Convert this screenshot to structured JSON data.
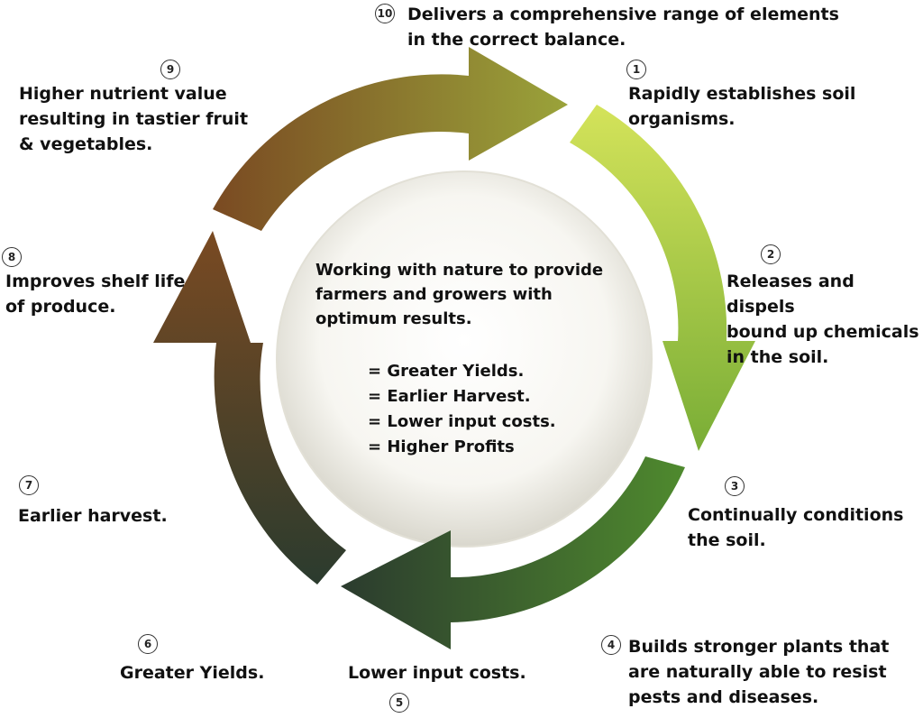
{
  "colors": {
    "arrow_green_light": "#d4e35a",
    "arrow_green": "#79ad36",
    "arrow_green_dark": "#4f8a2e",
    "arrow_dark": "#2b3b2e",
    "arrow_brown": "#7a4a22",
    "arrow_olive": "#9aa33a",
    "center_circle": "#f4f2ea"
  },
  "center": {
    "text": "Working with nature to provide\nfarmers and growers with\noptimum results.",
    "benefits": [
      "= Greater Yields.",
      "= Earlier Harvest.",
      "= Lower input costs.",
      "= Higher Profits"
    ]
  },
  "steps": [
    {
      "num": "1",
      "text": "Rapidly establishes soil\norganisms."
    },
    {
      "num": "2",
      "text": "Releases and dispels\nbound up chemicals\nin the soil."
    },
    {
      "num": "3",
      "text": "Continually conditions\nthe soil."
    },
    {
      "num": "4",
      "text": "Builds stronger plants that\nare naturally able to resist\npests and diseases."
    },
    {
      "num": "5",
      "text": "Lower input costs."
    },
    {
      "num": "6",
      "text": "Greater Yields."
    },
    {
      "num": "7",
      "text": "Earlier harvest."
    },
    {
      "num": "8",
      "text": "Improves shelf life\nof produce."
    },
    {
      "num": "9",
      "text": "Higher nutrient value\nresulting in tastier fruit\n& vegetables."
    },
    {
      "num": "10",
      "text": "Delivers a comprehensive range of elements\n in the correct balance."
    }
  ]
}
